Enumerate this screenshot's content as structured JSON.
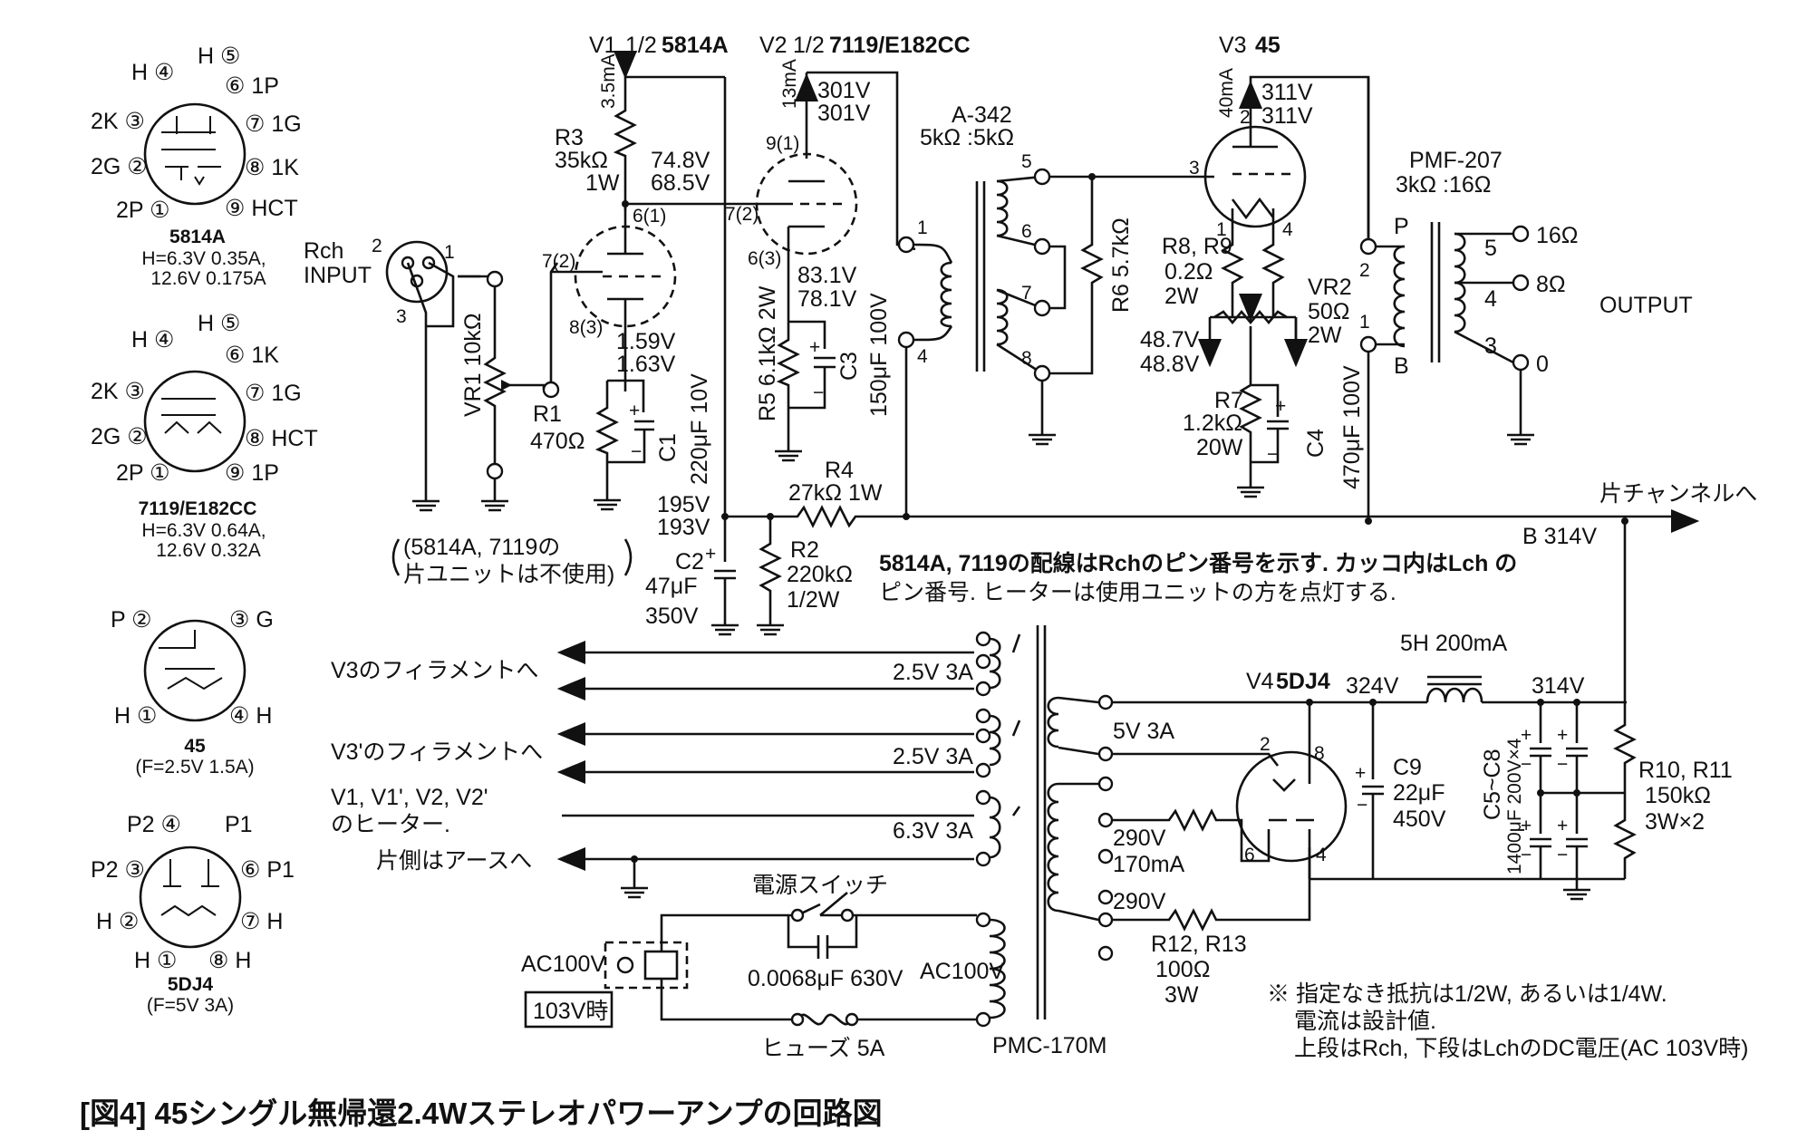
{
  "caption": "[図4] 45シングル無帰還2.4Wステレオパワーアンプの回路図",
  "tubes": {
    "v1": {
      "ref": "V1",
      "half": "1/2",
      "type": "5814A"
    },
    "v2": {
      "ref": "V2",
      "half": "1/2",
      "type": "7119/E182CC"
    },
    "v3": {
      "ref": "V3",
      "type": "45"
    },
    "v4": {
      "ref": "V4",
      "type": "5DJ4"
    }
  },
  "pinouts": {
    "p5814a": {
      "name": "5814A",
      "spec1": "H=6.3V 0.35A,",
      "spec2": "12.6V 0.175A",
      "pins": {
        "p1": "2P ①",
        "p2": "2G ②",
        "p3": "2K ③",
        "p4": "H ④",
        "p5": "H ⑤",
        "p6": "⑥ 1P",
        "p7": "⑦ 1G",
        "p8": "⑧ 1K",
        "p9": "⑨ HCT"
      }
    },
    "p7119": {
      "name": "7119/E182CC",
      "spec1": "H=6.3V 0.64A,",
      "spec2": "12.6V 0.32A",
      "pins": {
        "p1": "2P ①",
        "p2": "2G ②",
        "p3": "2K ③",
        "p4": "H ④",
        "p5": "H ⑤",
        "p6": "⑥ 1K",
        "p7": "⑦ 1G",
        "p8": "⑧ HCT",
        "p9": "⑨ 1P"
      }
    },
    "p45": {
      "name": "45",
      "spec": "(F=2.5V 1.5A)",
      "pins": {
        "p1": "H ①",
        "p2": "P ②",
        "p3": "③ G",
        "p4": "④ H"
      }
    },
    "p5dj4": {
      "name": "5DJ4",
      "spec": "(F=5V 3A)",
      "pins": {
        "p1": "H ①",
        "p2": "H ②",
        "p3": "P2 ③",
        "p4": "P2 ④",
        "p6": "⑥ P1",
        "p7": "⑦ H",
        "p8": "⑧ H",
        "p5": "P1"
      }
    }
  },
  "input": {
    "label1": "Rch",
    "label2": "INPUT",
    "pin1": "1",
    "pin2": "2",
    "pin3": "3",
    "vr": "VR1 10kΩ"
  },
  "v1": {
    "current": "3.5mA",
    "r3": "R3",
    "r3v": "35kΩ",
    "r3w": "1W",
    "plate1": "74.8V",
    "plate2": "68.5V",
    "pin6": "6(1)",
    "pin7": "7(2)",
    "pin8": "8(3)",
    "cath1": "1.59V",
    "cath2": "1.63V",
    "r1": "R1",
    "r1v": "470Ω",
    "c1": "C1",
    "c1v": "220μF 10V"
  },
  "v2": {
    "current": "13mA",
    "plate1": "301V",
    "plate2": "301V",
    "pin9": "9(1)",
    "pin7": "7(2)",
    "pin6": "6(3)",
    "cath1": "83.1V",
    "cath2": "78.1V",
    "r5": "R5 6.1kΩ 2W",
    "c3": "C3",
    "c3v": "150μF 100V"
  },
  "it": {
    "name": "A-342",
    "imp": "5kΩ :5kΩ",
    "p1": "1",
    "p4": "4",
    "p5": "5",
    "p6": "6",
    "p7": "7",
    "p8": "8",
    "r6": "R6 5.7kΩ"
  },
  "v3": {
    "current": "40mA",
    "plate1": "311V",
    "plate2": "311V",
    "pin2": "2",
    "pin3": "3",
    "pin1": "1",
    "pin4": "4",
    "r8": "R8, R9",
    "r8v": "0.2Ω",
    "r8w": "2W",
    "vr2": "VR2",
    "vr2v": "50Ω",
    "vr2w": "2W",
    "k1": "48.7V",
    "k2": "48.8V",
    "r7": "R7",
    "r7v": "1.2kΩ",
    "r7w": "20W",
    "c4": "C4",
    "c4v": "470μF 100V"
  },
  "ot": {
    "name": "PMF-207",
    "imp": "3kΩ :16Ω",
    "p": "P",
    "b": "B",
    "n2": "2",
    "n1": "1",
    "n5": "5",
    "n4": "4",
    "n3": "3",
    "o16": "16Ω",
    "o8": "8Ω",
    "o0": "0",
    "output": "OUTPUT"
  },
  "bus": {
    "r4": "R4",
    "r4v": "27kΩ 1W",
    "v1": "195V",
    "v2": "193V",
    "c2": "C2",
    "c2v": "47μF",
    "c2w": "350V",
    "r2": "R2",
    "r2v": "220kΩ",
    "r2w": "1/2W",
    "other": "片チャンネルへ",
    "b": "B 314V"
  },
  "notes": {
    "unused1": "(5814A, 7119の",
    "unused2": "片ユニットは不使用)",
    "wiring1": "5814A, 7119の配線はRchのピン番号を示す. カッコ内はLch の",
    "wiring2": "ピン番号. ヒーターは使用ユニットの方を点灯する.",
    "foot1": "※ 指定なき抵抗は1/2W, あるいは1/4W.",
    "foot2": "電流は設計値.",
    "foot3": "上段はRch, 下段はLchのDC電圧(AC 103V時)"
  },
  "psu": {
    "fil1": "V3のフィラメントへ",
    "fil2": "V3'のフィラメントへ",
    "htr1": "V1, V1', V2, V2'",
    "htr2": "のヒーター.",
    "htr3": "片側はアースへ",
    "w1": "2.5V 3A",
    "w2": "2.5V 3A",
    "w3": "6.3V 3A",
    "w5": "5V 3A",
    "hv1": "290V",
    "hv2": "170mA",
    "hv3": "290V",
    "r12": "R12, R13",
    "r12v": "100Ω",
    "r12w": "3W",
    "pt": "PMC-170M",
    "ac": "AC100V",
    "acin": "AC100V",
    "v103": "103V時",
    "sw": "電源スイッチ",
    "cap": "0.0068μF 630V",
    "fuse": "ヒューズ 5A",
    "v4pin2": "2",
    "v4pin8": "8",
    "v4pin6": "6",
    "v4pin4": "4",
    "rect": "324V",
    "choke": "5H 200mA",
    "c9": "C9",
    "c9v": "22μF",
    "c9w": "450V",
    "b314": "314V",
    "c58": "C5~C8",
    "c58v": "1400μF 200V×4",
    "r10": "R10, R11",
    "r10v": "150kΩ",
    "r10w": "3W×2"
  }
}
